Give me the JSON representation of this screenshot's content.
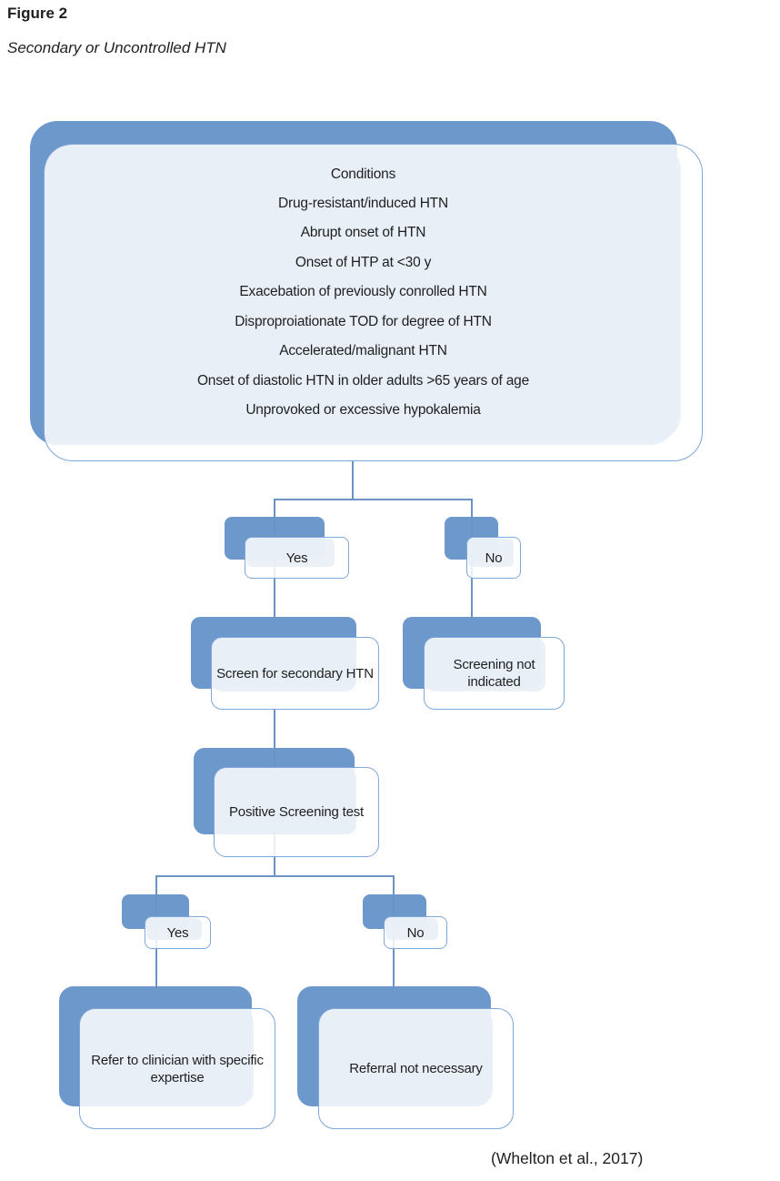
{
  "figure": {
    "label": "Figure 2",
    "title": "Secondary or Uncontrolled HTN",
    "citation": "(Whelton et al., 2017)"
  },
  "colors": {
    "accent_blue": "#6d98cc",
    "box_border_blue": "#7fa7d8",
    "light_fill": "#ebf0f7",
    "connector_blue": "#6b94c6",
    "text_color": "#1f1f1f"
  },
  "flowchart": {
    "conditions": {
      "lines": [
        "Conditions",
        "Drug-resistant/induced HTN",
        "Abrupt onset of HTN",
        "Onset of HTP at <30 y",
        "Exacebation of previously conrolled HTN",
        "Disproproiationate TOD for degree of HTN",
        "Accelerated/malignant HTN",
        "Onset of diastolic HTN in older adults >65 years of age",
        "Unprovoked or excessive hypokalemia"
      ]
    },
    "nodes": {
      "yes1": "Yes",
      "no1": "No",
      "screen_secondary": "Screen for secondary HTN",
      "screening_not_indicated": "Screening not indicated",
      "positive_screening": "Positive Screening test",
      "yes2": "Yes",
      "no2": "No",
      "refer_clinician": "Refer to clinician with specific expertise",
      "referral_not_necessary": "Referral not necessary"
    }
  }
}
